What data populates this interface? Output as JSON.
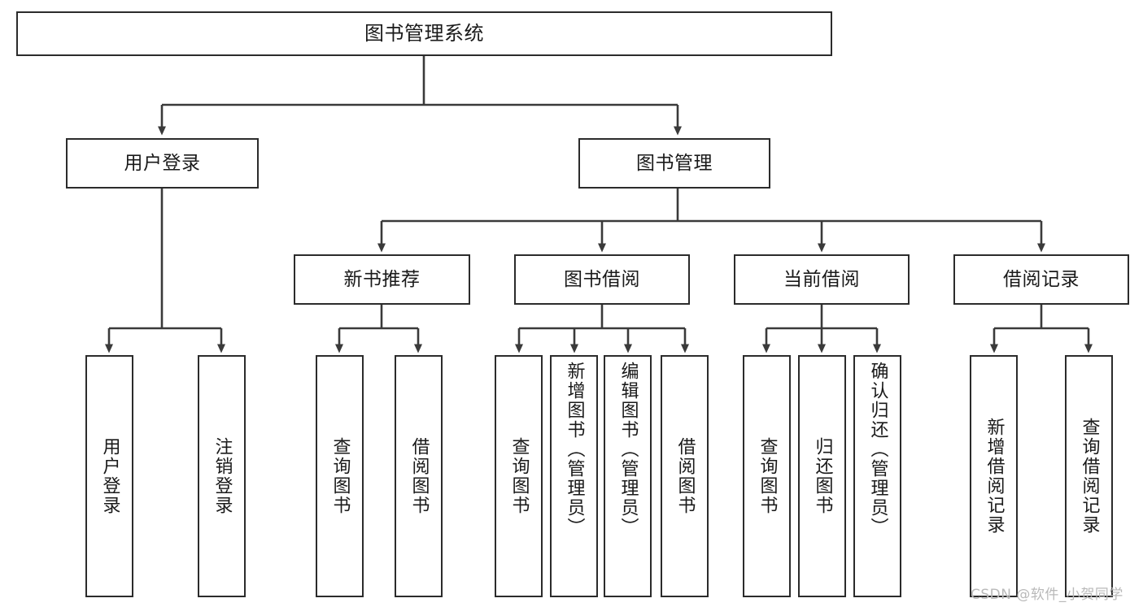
{
  "diagram": {
    "type": "tree-hierarchy",
    "title": "图书管理系统",
    "orientation": "top-down",
    "colors": {
      "box_border": "#2b2b2b",
      "box_fill": "#ffffff",
      "connector": "#3a3a3a",
      "text": "#1a1a1a",
      "watermark": "#b9b9b9",
      "canvas": "#ffffff"
    },
    "root": {
      "id": "root",
      "label": "图书管理系统"
    },
    "level2": [
      {
        "id": "user-login",
        "label": "用户登录"
      },
      {
        "id": "book-manage",
        "label": "图书管理"
      }
    ],
    "level3": [
      {
        "id": "new-book-rec",
        "label": "新书推荐",
        "parent": "book-manage"
      },
      {
        "id": "book-borrow",
        "label": "图书借阅",
        "parent": "book-manage"
      },
      {
        "id": "current-borrow",
        "label": "当前借阅",
        "parent": "book-manage"
      },
      {
        "id": "borrow-record",
        "label": "借阅记录",
        "parent": "book-manage"
      }
    ],
    "leaves": [
      {
        "id": "leaf-user-login",
        "label": "用户登录",
        "parent": "user-login"
      },
      {
        "id": "leaf-logout",
        "label": "注销登录",
        "parent": "user-login"
      },
      {
        "id": "leaf-query-book-1",
        "label": "查询图书",
        "parent": "new-book-rec"
      },
      {
        "id": "leaf-borrow-book-1",
        "label": "借阅图书",
        "parent": "new-book-rec"
      },
      {
        "id": "leaf-query-book-2",
        "label": "查询图书",
        "parent": "book-borrow"
      },
      {
        "id": "leaf-add-book",
        "label": "新增图书（管理员）",
        "parent": "book-borrow"
      },
      {
        "id": "leaf-edit-book",
        "label": "编辑图书（管理员）",
        "parent": "book-borrow"
      },
      {
        "id": "leaf-borrow-book-2",
        "label": "借阅图书",
        "parent": "book-borrow"
      },
      {
        "id": "leaf-query-book-3",
        "label": "查询图书",
        "parent": "current-borrow"
      },
      {
        "id": "leaf-return-book",
        "label": "归还图书",
        "parent": "current-borrow"
      },
      {
        "id": "leaf-confirm-return",
        "label": "确认归还（管理员）",
        "parent": "current-borrow"
      },
      {
        "id": "leaf-add-record",
        "label": "新增借阅记录",
        "parent": "borrow-record"
      },
      {
        "id": "leaf-query-record",
        "label": "查询借阅记录",
        "parent": "borrow-record"
      }
    ],
    "watermark": "CSDN @软件_小贺同学"
  }
}
